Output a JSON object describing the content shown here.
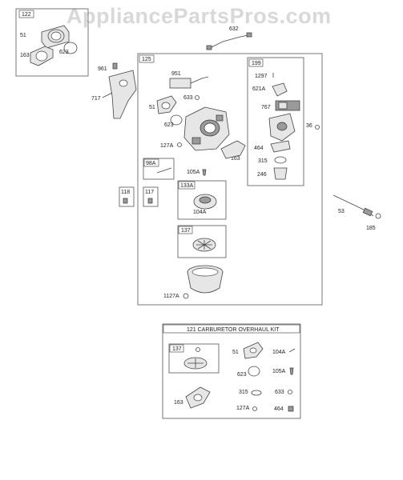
{
  "watermark": "AppliancePartsPros.com",
  "kit_title": "121 CARBURETOR OVERHAUL KIT",
  "callouts": {
    "c122": "122",
    "c51a": "51",
    "c623a": "623",
    "c163a": "163",
    "c961": "961",
    "c717": "717",
    "c632": "632",
    "c125": "125",
    "c951": "951",
    "c633a": "633",
    "c51b": "51",
    "c623b": "623",
    "c127a": "127A",
    "c163b": "163",
    "c98a": "98A",
    "c105a": "105A",
    "c118": "118",
    "c117": "117",
    "c133a": "133A",
    "c104a": "104A",
    "c137a": "137",
    "c1127a": "1127A",
    "c199": "199",
    "c1297": "1297",
    "c621a": "621A",
    "c767": "767",
    "c464a": "464",
    "c315a": "315",
    "c246": "246",
    "c36": "36",
    "c53": "53",
    "c185": "185",
    "k137": "137",
    "k163": "163",
    "k51": "51",
    "k623": "623",
    "k315": "315",
    "k127a": "127A",
    "k104a": "104A",
    "k105a": "105A",
    "k633": "633",
    "k464": "464"
  }
}
